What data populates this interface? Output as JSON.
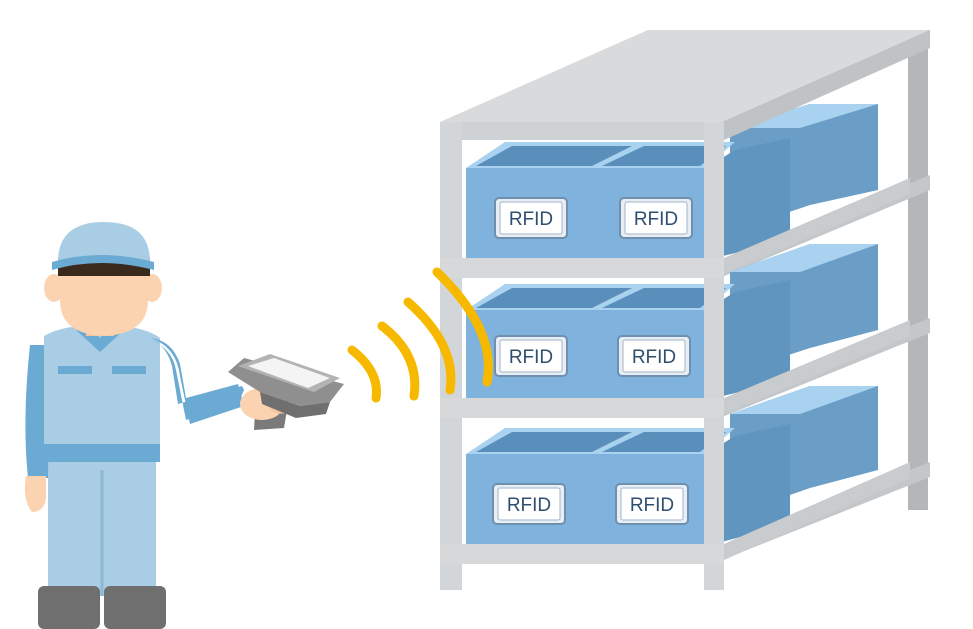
{
  "labels": {
    "tag_1": "RFID",
    "tag_2": "RFID",
    "tag_3": "RFID",
    "tag_4": "RFID",
    "tag_5": "RFID",
    "tag_6": "RFID"
  },
  "colors": {
    "shelf_front": "#d6d8da",
    "shelf_side": "#bfc3c6",
    "shelf_dark": "#a9adb1",
    "box_front": "#7fb3dd",
    "box_side": "#5f95bf",
    "box_inside": "#5a8fbb",
    "box_rim": "#a8d2ef",
    "signal": "#f6b900",
    "worker_uniform": "#a9cde4",
    "worker_shirt": "#6aaad3",
    "worker_skin": "#fbd3b0",
    "worker_hair": "#3a2a1e",
    "worker_boots": "#6f6f6f",
    "scanner_body": "#8f8f8f"
  },
  "icons": {
    "scanner": "handheld-rfid-reader-icon",
    "signal": "radio-waves-icon"
  }
}
